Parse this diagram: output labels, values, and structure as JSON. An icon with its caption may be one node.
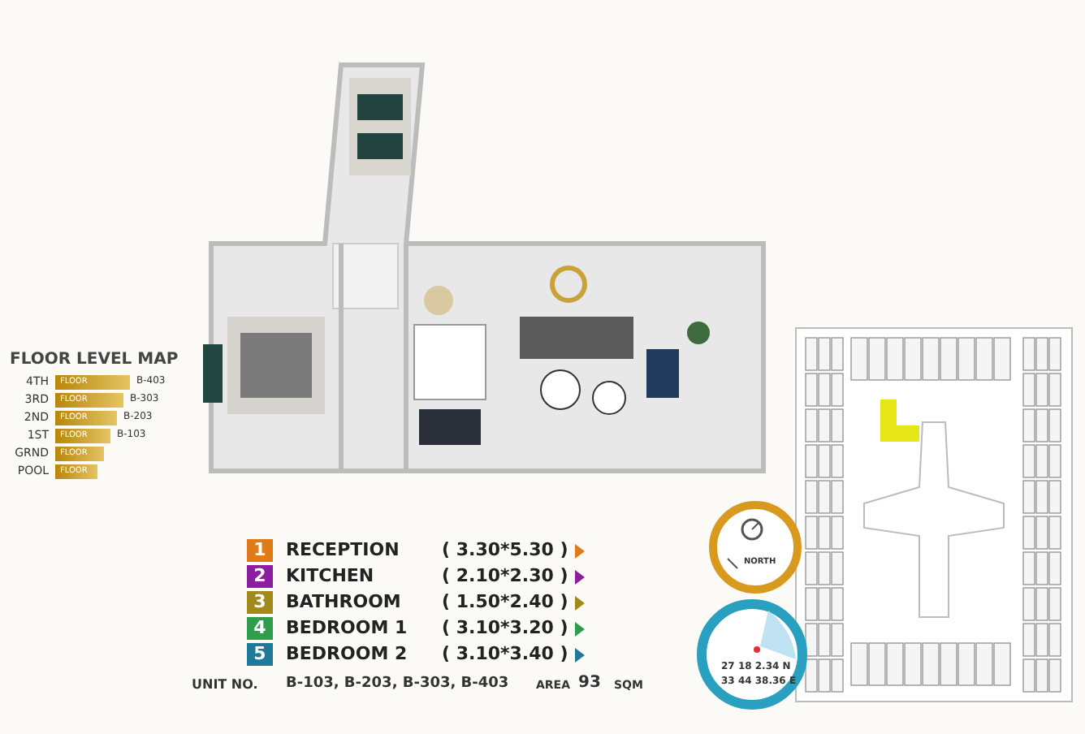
{
  "diagram": {
    "labels": [
      "FLOOR LEVEL MAP",
      "4TH",
      "FLOOR",
      "B-403",
      "3RD",
      "FLOOR",
      "B-303",
      "2ND",
      "FLOOR",
      "B-203",
      "1ST",
      "FLOOR",
      "B-103",
      "GRND",
      "FLOOR",
      "POOL",
      "FLOOR",
      "1",
      "RECEPTION",
      "( 3.30*5.30 )",
      "2",
      "KITCHEN",
      "( 2.10*2.30 )",
      "3",
      "BATHROOM",
      "( 1.50*2.40 )",
      "4",
      "BEDROOM 1",
      "( 3.10*3.20 )",
      "5",
      "BEDROOM 2",
      "( 3.10*3.40 )",
      "UNIT NO.",
      "B-103, B-203, B-303, B-403",
      "AREA",
      "93",
      "SQM",
      "NORTH",
      "27 18 2.34 N",
      "33 44 38.36 E"
    ]
  }
}
